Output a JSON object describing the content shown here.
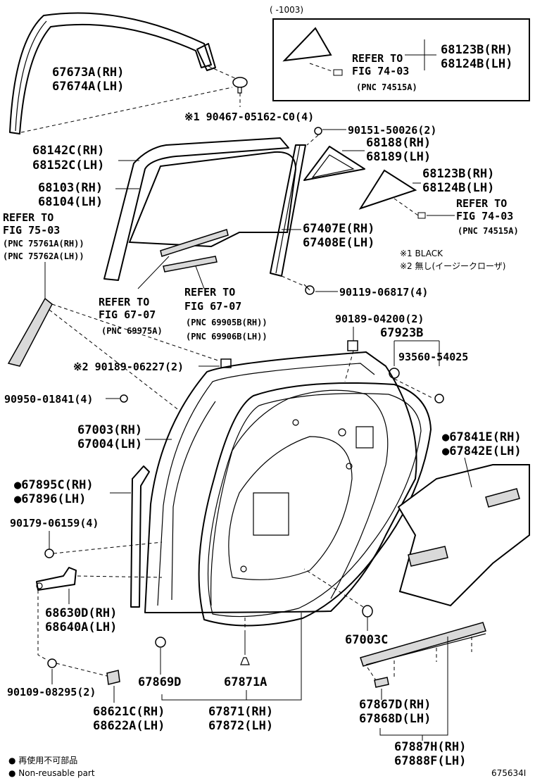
{
  "diagram_id": "675634I",
  "inset": {
    "date_range": "(     -1003)",
    "refer_line1": "REFER TO",
    "refer_line2": "FIG 74-03",
    "refer_pnc": "(PNC 74515A)",
    "part_rh": "68123B(RH)",
    "part_lh": "68124B(LH)"
  },
  "labels": {
    "p67673": "67673A(RH)",
    "p67674": "67674A(LH)",
    "p90467": "※1 90467-05162-C0(4)",
    "p90151": "90151-50026(2)",
    "p68142": "68142C(RH)",
    "p68152": "68152C(LH)",
    "p68188": "68188(RH)",
    "p68189": "68189(LH)",
    "p68103": "68103(RH)",
    "p68104": "68104(LH)",
    "p68123": "68123B(RH)",
    "p68124": "68124B(LH)",
    "refer7403_1": "REFER TO",
    "refer7403_2": "FIG 74-03",
    "refer7403_3": "(PNC 74515A)",
    "refer7503_1": "REFER TO",
    "refer7503_2": "FIG 75-03",
    "refer7503_3": "(PNC 75761A(RH))",
    "refer7503_4": "(PNC 75762A(LH))",
    "p67407": "67407E(RH)",
    "p67408": "67408E(LH)",
    "note1": "※1 BLACK",
    "note2": "※2 無し(イージークローザ)",
    "refer6707a_1": "REFER TO",
    "refer6707a_2": "FIG 67-07",
    "refer6707a_3": "(PNC 69975A)",
    "refer6707b_1": "REFER TO",
    "refer6707b_2": "FIG 67-07",
    "refer6707b_3": "(PNC 69905B(RH))",
    "refer6707b_4": "(PNC 69906B(LH))",
    "p90119": "90119-06817(4)",
    "p90189_04200": "90189-04200(2)",
    "p67923": "67923B",
    "p93560": "93560-54025",
    "p90189_06227": "※2 90189-06227(2)",
    "p90950": "90950-01841(4)",
    "p67003": "67003(RH)",
    "p67004": "67004(LH)",
    "p67841": "●67841E(RH)",
    "p67842": "●67842E(LH)",
    "p67895": "●67895C(RH)",
    "p67896": "●67896(LH)",
    "p90179": "90179-06159(4)",
    "p68630": "68630D(RH)",
    "p68640": "68640A(LH)",
    "p67003C": "67003C",
    "p67869": "67869D",
    "p67871A": "67871A",
    "p90109": "90109-08295(2)",
    "p68621": "68621C(RH)",
    "p68622": "68622A(LH)",
    "p67871": "67871(RH)",
    "p67872": "67872(LH)",
    "p67867": "67867D(RH)",
    "p67868": "67868D(LH)",
    "p67887": "67887H(RH)",
    "p67888": "67888F(LH)"
  },
  "legend": {
    "line1": "● 再使用不可部品",
    "line2": "● Non-reusable part"
  }
}
